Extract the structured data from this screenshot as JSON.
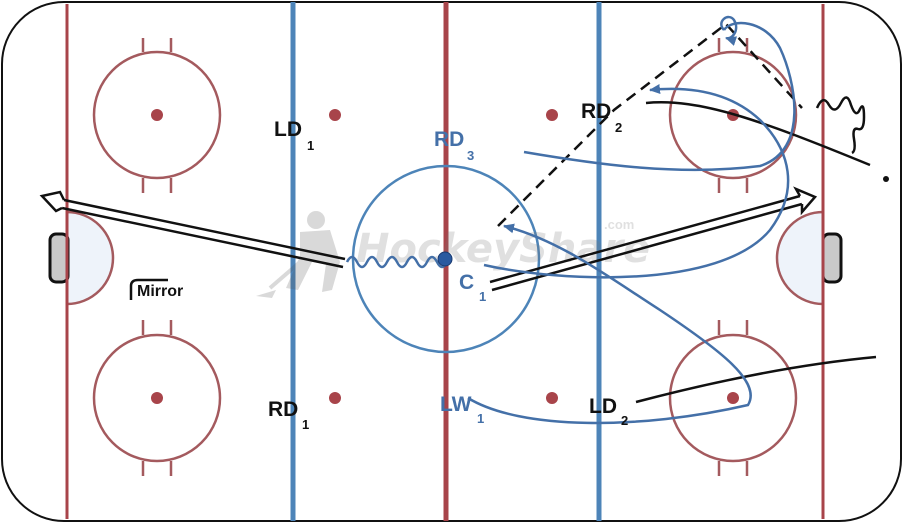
{
  "colors": {
    "red_line": "#a8444a",
    "blue_line": "#4d84b8",
    "circle": "#a45a5e",
    "player_blue": "#4470a8",
    "player_black": "#111111",
    "puck": "#2a5aa0",
    "crease_fill": "#eef3fa",
    "goal_fill": "#c9c9c9"
  },
  "watermark": {
    "text": "HockeyShare",
    "suffix": ".com",
    "icon": "hockey-player-silhouette-icon"
  },
  "legend": {
    "mirror": "Mirror"
  },
  "players": {
    "ld1": {
      "name": "LD",
      "number": "1"
    },
    "rd1": {
      "name": "RD",
      "number": "1"
    },
    "rd2": {
      "name": "RD",
      "number": "2"
    },
    "rd3": {
      "name": "RD",
      "number": "3"
    },
    "ld2": {
      "name": "LD",
      "number": "2"
    },
    "c1": {
      "name": "C",
      "number": "1"
    },
    "lw1": {
      "name": "LW",
      "number": "1"
    }
  }
}
